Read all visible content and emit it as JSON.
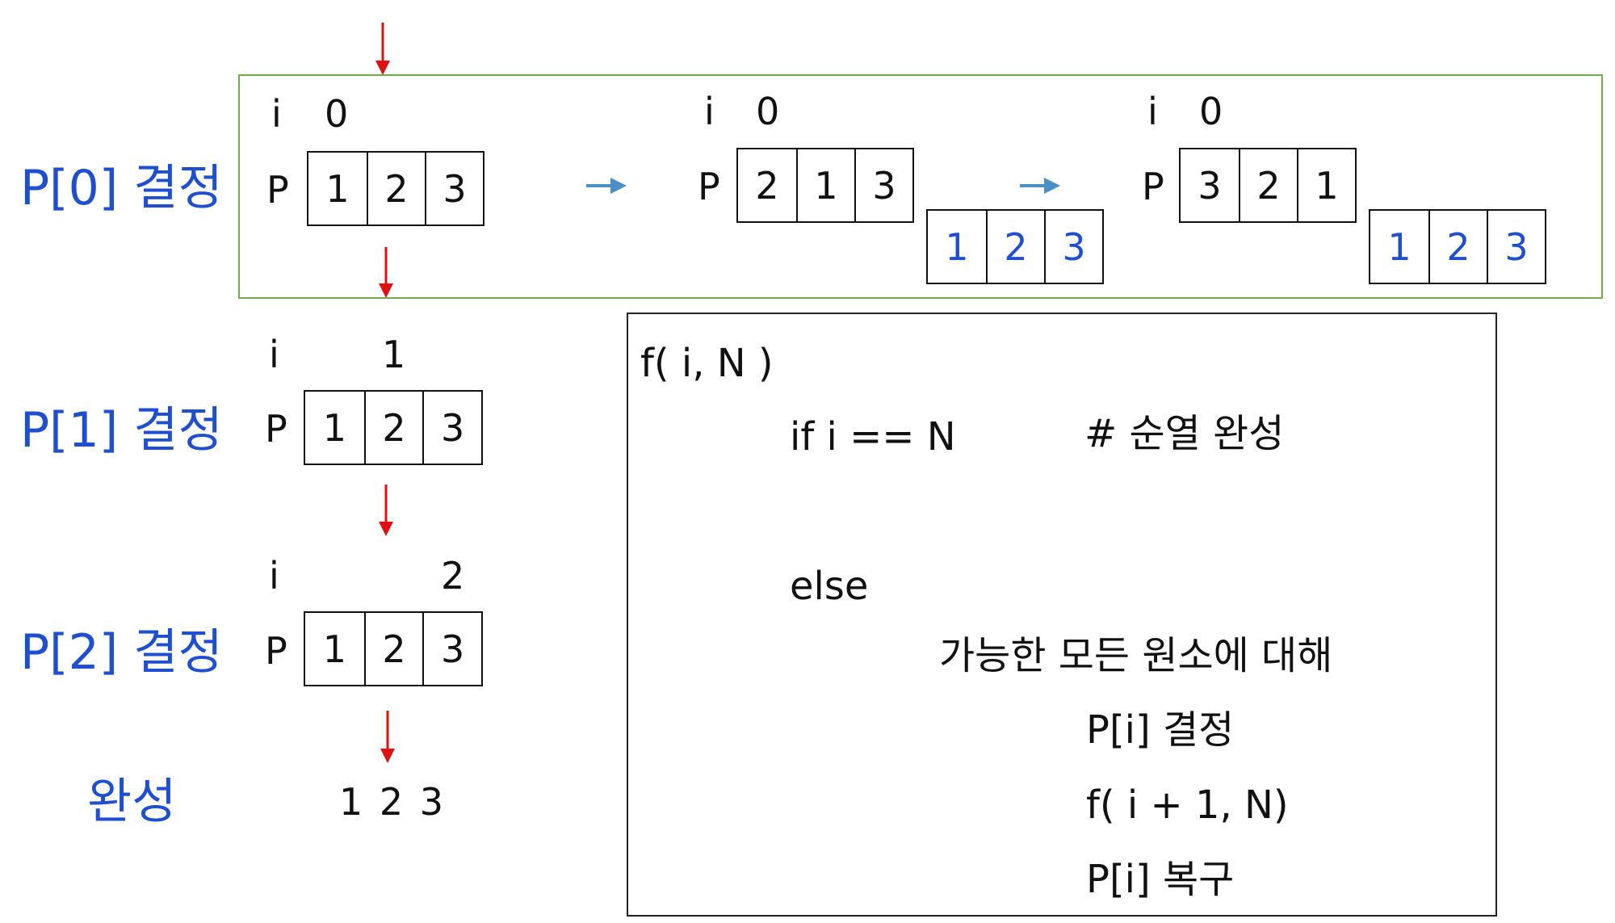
{
  "row_labels": [
    "P[0] 결정",
    "P[1] 결정",
    "P[2] 결정",
    "완성"
  ],
  "i_label": "i",
  "p_label": "P",
  "step0": {
    "states": [
      {
        "i_value": "0",
        "array": [
          "1",
          "2",
          "3"
        ]
      },
      {
        "i_value": "0",
        "array": [
          "2",
          "1",
          "3"
        ],
        "restored": [
          "1",
          "2",
          "3"
        ]
      },
      {
        "i_value": "0",
        "array": [
          "3",
          "2",
          "1"
        ],
        "restored": [
          "1",
          "2",
          "3"
        ]
      }
    ]
  },
  "step1": {
    "i_value": "1",
    "array": [
      "1",
      "2",
      "3"
    ]
  },
  "step2": {
    "i_value": "2",
    "array": [
      "1",
      "2",
      "3"
    ]
  },
  "result": "1 2 3",
  "code": {
    "signature": "f( i, N )",
    "if_line": "if i == N",
    "if_comment": "# 순열 완성",
    "else_line": "else",
    "loop_line": "가능한 모든 원소에 대해",
    "decide_line": "P[i] 결정",
    "recurse_line": "f( i + 1, N)",
    "restore_line": "P[i] 복구"
  },
  "colors": {
    "label_blue": "#1f4fd1",
    "down_arrow_red": "#e01010",
    "side_arrow_blue": "#4a90c8",
    "frame_green": "#70ad47"
  }
}
